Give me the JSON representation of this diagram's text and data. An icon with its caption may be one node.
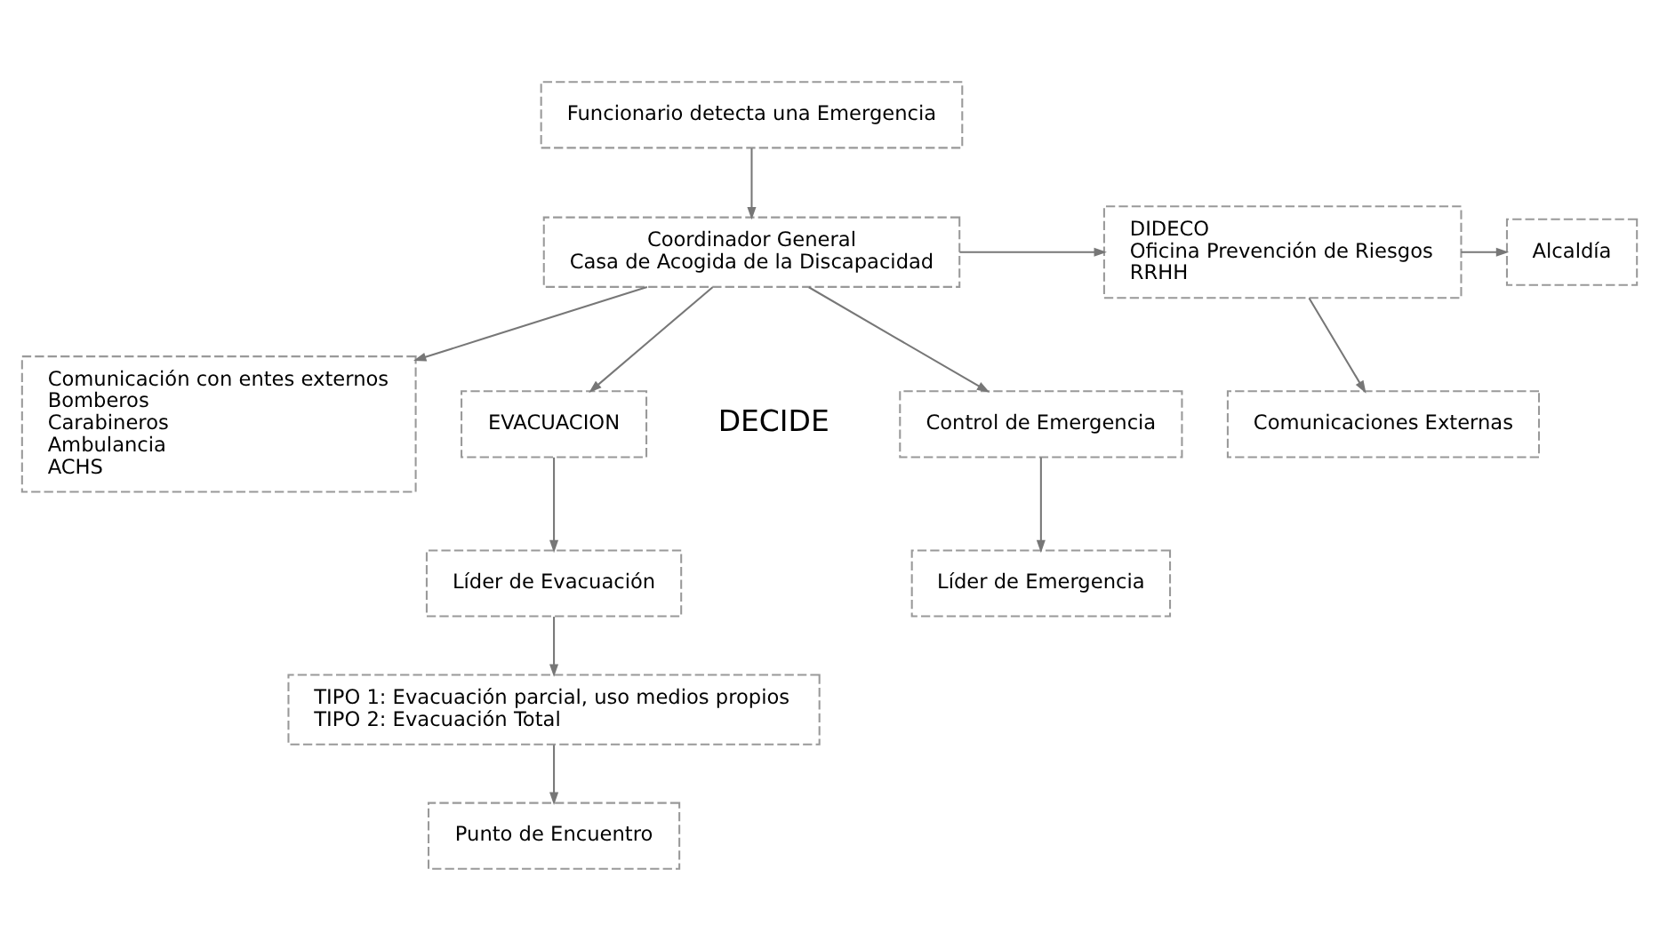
{
  "diagram": {
    "nodes": [
      {
        "text": [
          "Funcionario detecta una Emergencia"
        ]
      },
      {
        "text": [
          "Coordinador General",
          "Casa de Acogida de la Discapacidad"
        ]
      },
      {
        "text": [
          "DIDECO",
          "Oficina Prevención de Riesgos",
          "RRHH"
        ]
      },
      {
        "text": [
          "Alcaldía"
        ]
      },
      {
        "text": [
          "Comunicaciones Externas"
        ]
      },
      {
        "text": [
          "Comunicación con entes externos",
          "Bomberos",
          "Carabineros",
          "Ambulancia",
          "ACHS"
        ]
      },
      {
        "text": [
          "EVACUACION"
        ]
      },
      {
        "text": [
          "Control de Emergencia"
        ]
      },
      {
        "text": [
          "Líder de Evacuación"
        ]
      },
      {
        "text": [
          "Líder de Emergencia"
        ]
      },
      {
        "text": [
          "TIPO 1: Evacuación parcial, uso medios propios",
          "TIPO 2: Evacuación Total"
        ]
      },
      {
        "text": [
          "Punto de Encuentro"
        ]
      }
    ],
    "edges": [
      {
        "from": 0,
        "to": 1,
        "arrow": "to"
      },
      {
        "from": 1,
        "to": 2,
        "arrow": "to"
      },
      {
        "from": 1,
        "to": 5,
        "arrow": "to"
      },
      {
        "from": 2,
        "to": 3,
        "arrow": "to"
      },
      {
        "from": 2,
        "to": 4,
        "arrow": "to"
      },
      {
        "from": 1,
        "to": 6,
        "arrow": "to"
      },
      {
        "from": 1,
        "to": 7,
        "arrow": "to"
      },
      {
        "from": 6,
        "to": 8,
        "arrow": "to"
      },
      {
        "from": 7,
        "to": 9,
        "arrow": "to"
      },
      {
        "from": 8,
        "to": 10,
        "arrow": "to"
      },
      {
        "from": 10,
        "to": 11,
        "arrow": "to"
      }
    ],
    "labels": [
      "DECIDE"
    ]
  }
}
